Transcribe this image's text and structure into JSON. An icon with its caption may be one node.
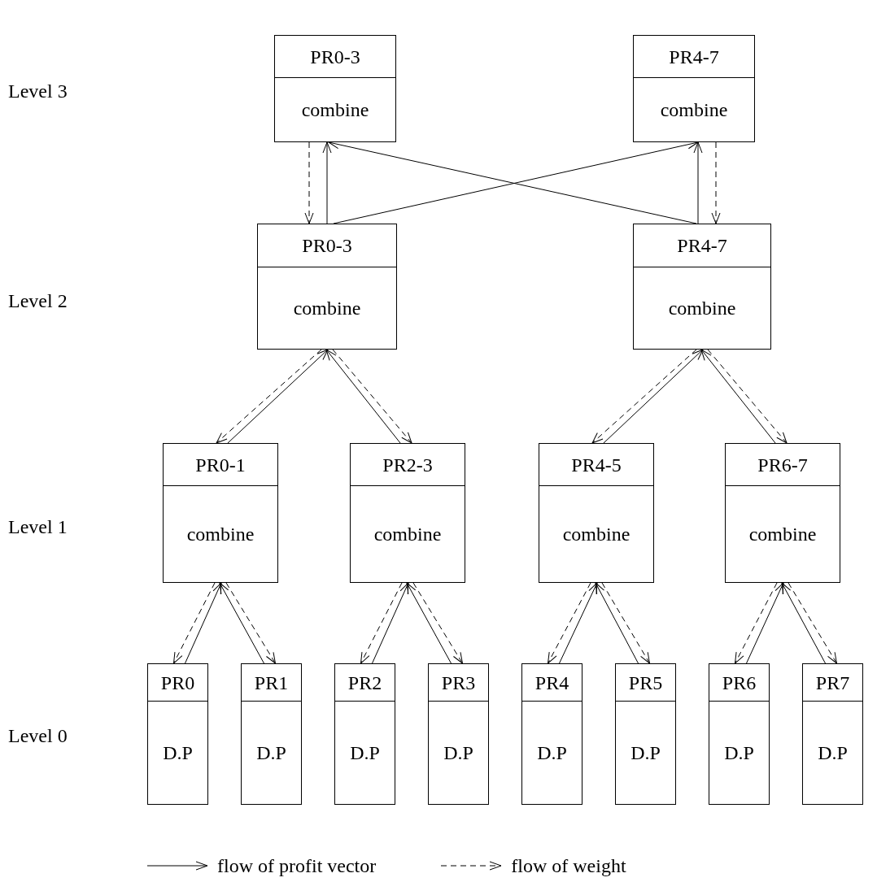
{
  "diagram": {
    "nodes": [
      {
        "text": [
          "PR0-3",
          "combine"
        ]
      },
      {
        "text": [
          "PR4-7",
          "combine"
        ]
      },
      {
        "text": [
          "PR0-3",
          "combine"
        ]
      },
      {
        "text": [
          "PR4-7",
          "combine"
        ]
      },
      {
        "text": [
          "PR0-1",
          "combine"
        ]
      },
      {
        "text": [
          "PR2-3",
          "combine"
        ]
      },
      {
        "text": [
          "PR4-5",
          "combine"
        ]
      },
      {
        "text": [
          "PR6-7",
          "combine"
        ]
      },
      {
        "text": [
          "PR0",
          "D.P"
        ]
      },
      {
        "text": [
          "PR1",
          "D.P"
        ]
      },
      {
        "text": [
          "PR2",
          "D.P"
        ]
      },
      {
        "text": [
          "PR3",
          "D.P"
        ]
      },
      {
        "text": [
          "PR4",
          "D.P"
        ]
      },
      {
        "text": [
          "PR5",
          "D.P"
        ]
      },
      {
        "text": [
          "PR6",
          "D.P"
        ]
      },
      {
        "text": [
          "PR7",
          "D.P"
        ]
      }
    ],
    "edges": [
      {
        "from": 0,
        "to": 2,
        "arrow": "to",
        "style": "dashed"
      },
      {
        "from": 2,
        "to": 0,
        "arrow": "to"
      },
      {
        "from": 2,
        "to": 1,
        "arrow": "to"
      },
      {
        "from": 3,
        "to": 0,
        "arrow": "to"
      },
      {
        "from": 3,
        "to": 1,
        "arrow": "to"
      },
      {
        "from": 1,
        "to": 3,
        "arrow": "to",
        "style": "dashed"
      },
      {
        "from": 4,
        "to": 2,
        "arrow": "to"
      },
      {
        "from": 2,
        "to": 4,
        "arrow": "to",
        "style": "dashed"
      },
      {
        "from": 5,
        "to": 2,
        "arrow": "to"
      },
      {
        "from": 2,
        "to": 5,
        "arrow": "to",
        "style": "dashed"
      },
      {
        "from": 6,
        "to": 3,
        "arrow": "to"
      },
      {
        "from": 3,
        "to": 6,
        "arrow": "to",
        "style": "dashed"
      },
      {
        "from": 7,
        "to": 3,
        "arrow": "to"
      },
      {
        "from": 3,
        "to": 7,
        "arrow": "to",
        "style": "dashed"
      },
      {
        "from": 8,
        "to": 4,
        "arrow": "to"
      },
      {
        "from": 4,
        "to": 8,
        "arrow": "to",
        "style": "dashed"
      },
      {
        "from": 9,
        "to": 4,
        "arrow": "to"
      },
      {
        "from": 4,
        "to": 9,
        "arrow": "to",
        "style": "dashed"
      },
      {
        "from": 10,
        "to": 5,
        "arrow": "to"
      },
      {
        "from": 5,
        "to": 10,
        "arrow": "to",
        "style": "dashed"
      },
      {
        "from": 11,
        "to": 5,
        "arrow": "to"
      },
      {
        "from": 5,
        "to": 11,
        "arrow": "to",
        "style": "dashed"
      },
      {
        "from": 12,
        "to": 6,
        "arrow": "to"
      },
      {
        "from": 6,
        "to": 12,
        "arrow": "to",
        "style": "dashed"
      },
      {
        "from": 13,
        "to": 6,
        "arrow": "to"
      },
      {
        "from": 6,
        "to": 13,
        "arrow": "to",
        "style": "dashed"
      },
      {
        "from": 14,
        "to": 7,
        "arrow": "to"
      },
      {
        "from": 7,
        "to": 14,
        "arrow": "to",
        "style": "dashed"
      },
      {
        "from": 15,
        "to": 7,
        "arrow": "to"
      },
      {
        "from": 7,
        "to": 15,
        "arrow": "to",
        "style": "dashed"
      }
    ],
    "labels": [
      "Level 3",
      "Level 2",
      "Level 1",
      "Level 0"
    ],
    "legend": [
      {
        "text": "flow of profit vector"
      },
      {
        "text": "flow of weight"
      }
    ]
  }
}
